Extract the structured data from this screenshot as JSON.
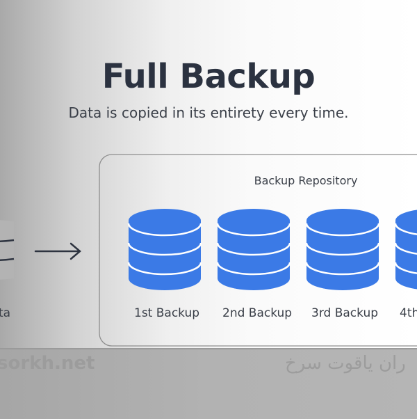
{
  "header": {
    "title": "Full Backup",
    "subtitle": "Data is copied in its entirety every time."
  },
  "source": {
    "label": "ta"
  },
  "repository": {
    "title": "Backup Repository",
    "items": [
      "1st Backup",
      "2nd Backup",
      "3rd Backup",
      "4th"
    ]
  },
  "watermark": {
    "left": "sorkh.net",
    "right": "ران یاقوت سرخ"
  },
  "colors": {
    "backup": "#3b7ae6",
    "source": "#b3b3b3",
    "text": "#2b3240"
  }
}
